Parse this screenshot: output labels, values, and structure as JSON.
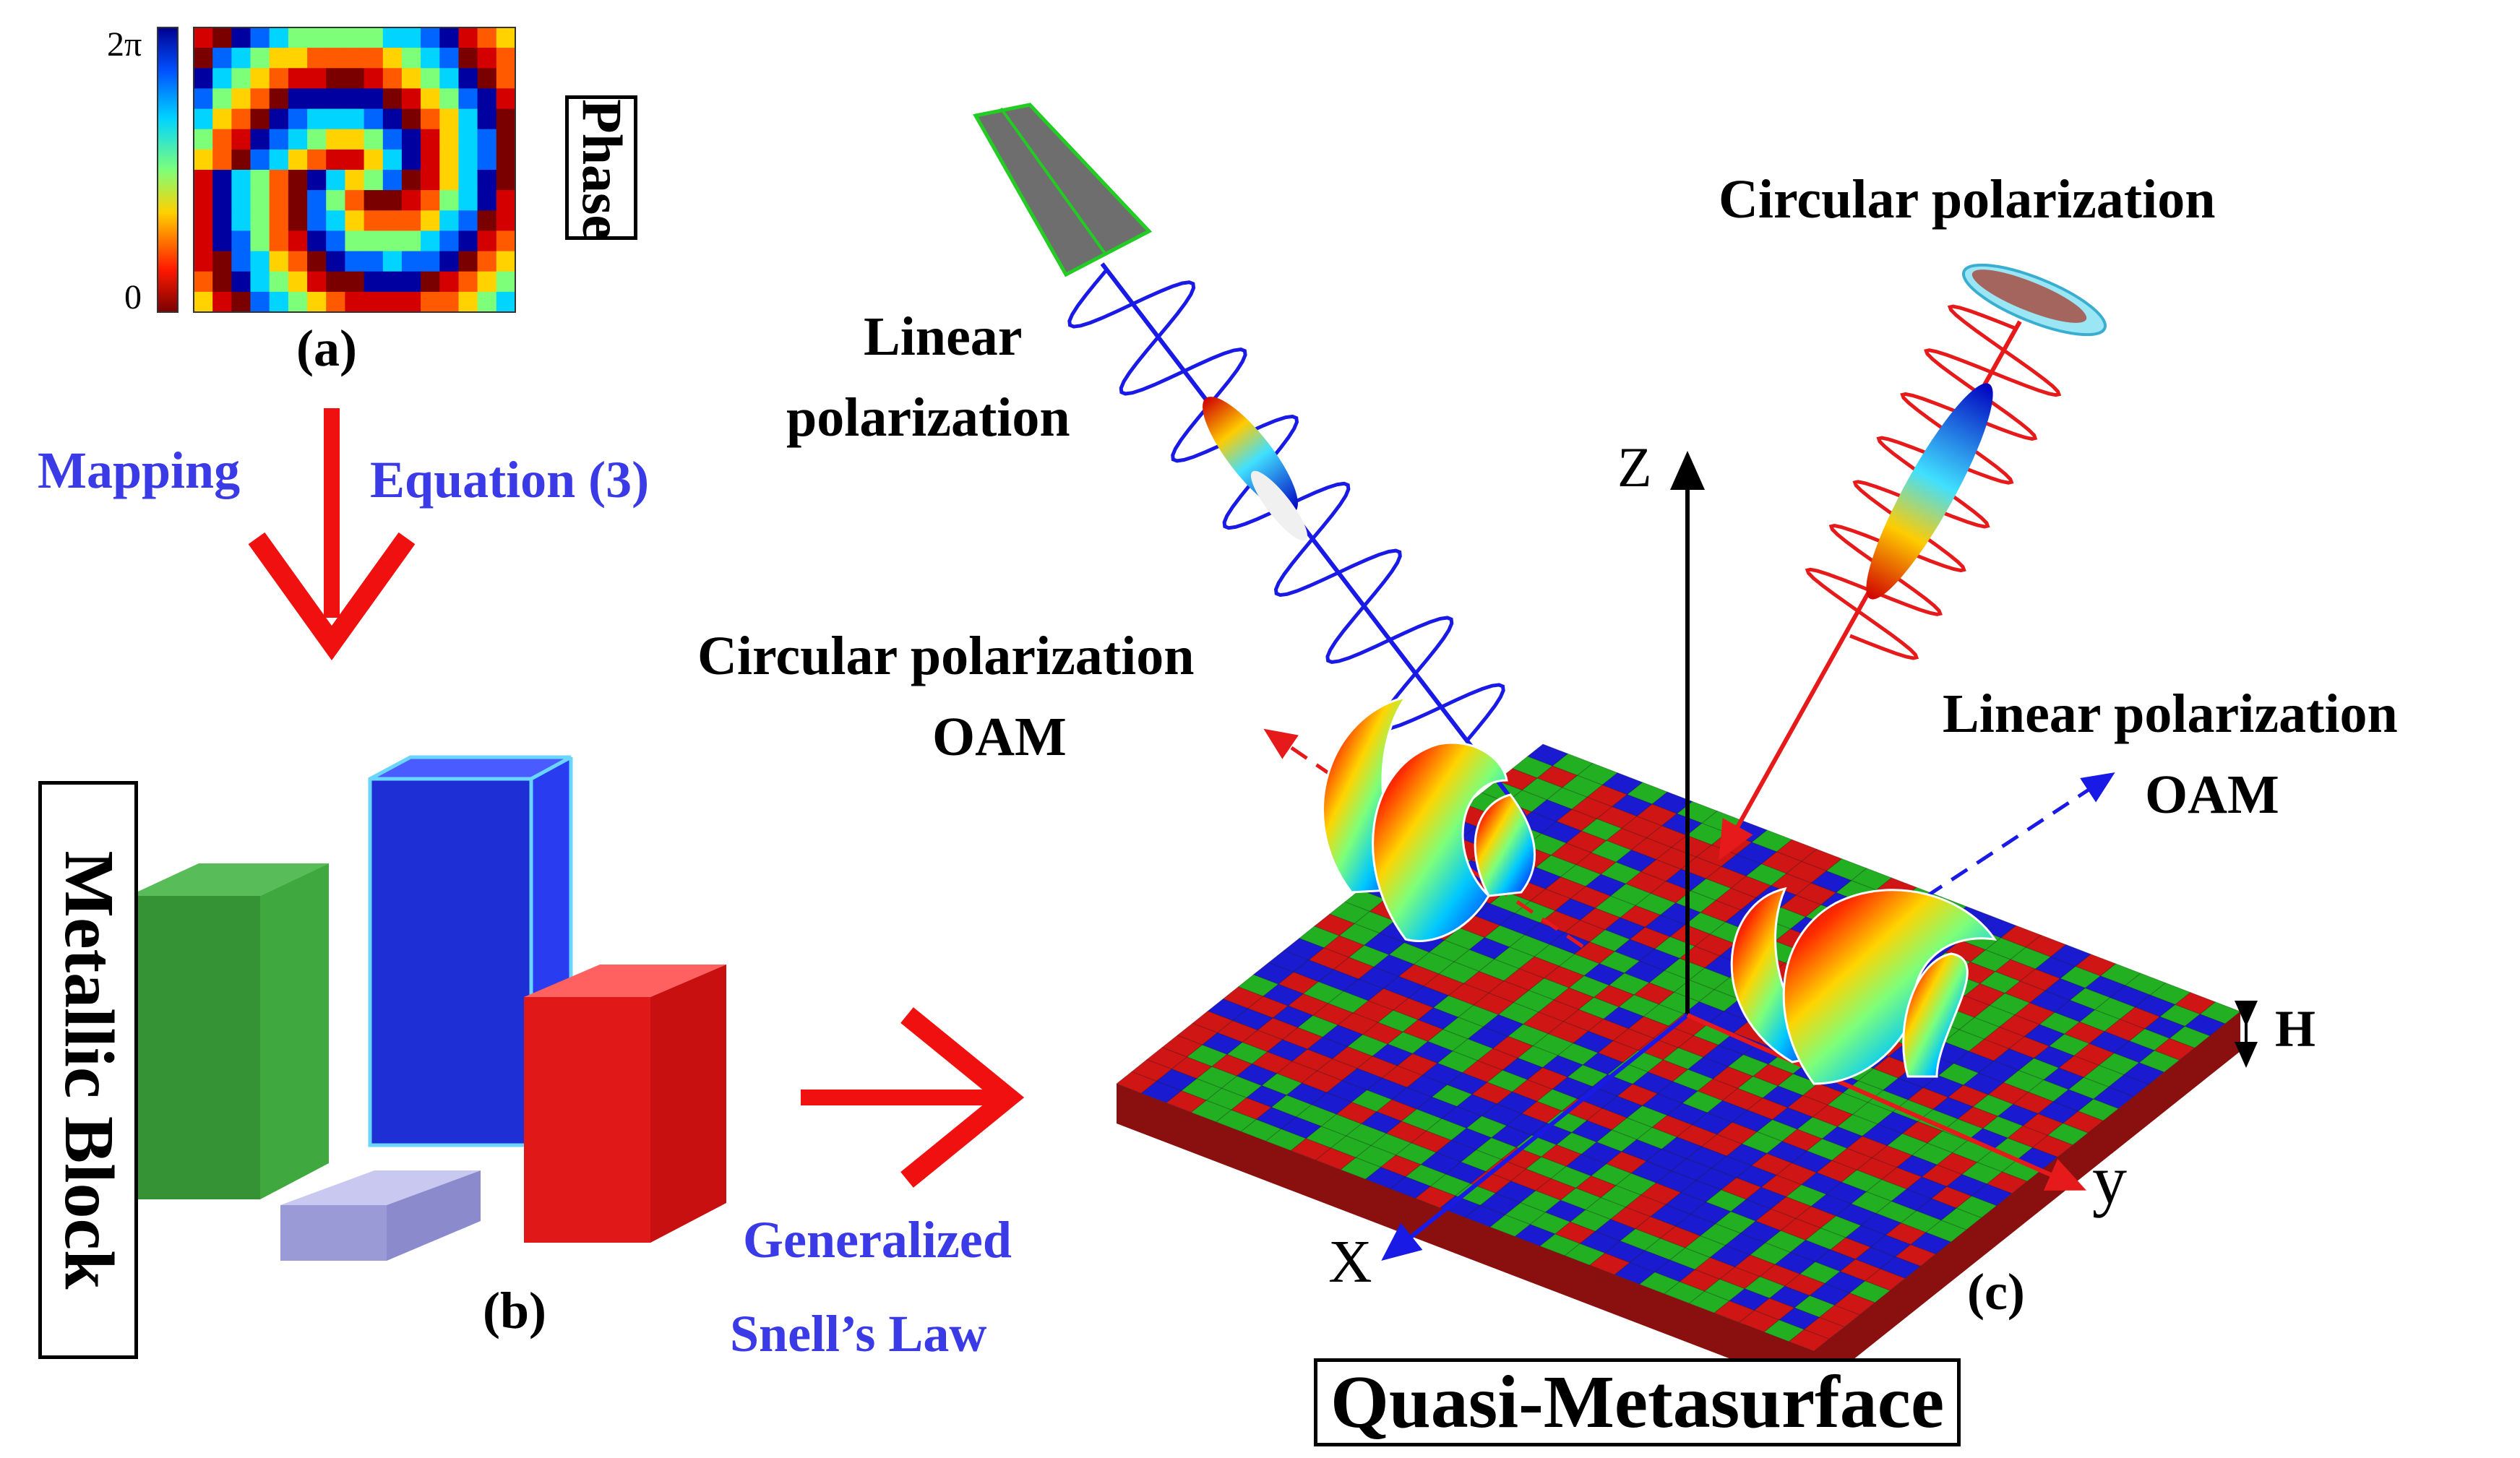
{
  "panel_a": {
    "colorbar_top": "2π",
    "colorbar_bottom": "0",
    "box_label": "Phase",
    "caption": "(a)",
    "grid_rows": 14,
    "grid_cols": 17,
    "colormap": [
      "#7a0000",
      "#d40000",
      "#ff5a00",
      "#ffd200",
      "#7dff7a",
      "#00d4ff",
      "#0064ff",
      "#0000a0"
    ]
  },
  "mapping": {
    "left": "Mapping",
    "right": "Equation (3)"
  },
  "panel_b": {
    "box_label": "Metallic Block",
    "caption": "(b)",
    "colors": {
      "green": "#228b22",
      "blue": "#1f2fd6",
      "red": "#e01818",
      "lavender": "#9a9ad6"
    }
  },
  "snell": {
    "line1": "Generalized",
    "line2": "Snell’s Law"
  },
  "panel_c": {
    "linear_pol_in": [
      "Linear",
      "polarization"
    ],
    "circular_pol_in": "Circular polarization",
    "circular_pol_out": [
      "Circular polarization",
      "OAM"
    ],
    "linear_pol_out": [
      "Linear polarization",
      "OAM"
    ],
    "axis_z": "Z",
    "axis_x": "X",
    "axis_y": "y",
    "height": "H",
    "caption": "(c)",
    "title": "Quasi-Metasurface",
    "colors": {
      "surface_red": "#d01515",
      "surface_green": "#22b022",
      "surface_blue": "#1a1ad0"
    }
  },
  "colors": {
    "arrow_red": "#f01010",
    "label_blue": "#3a3ae6",
    "wave_blue": "#1a1ae6",
    "wave_red": "#e61a1a"
  }
}
